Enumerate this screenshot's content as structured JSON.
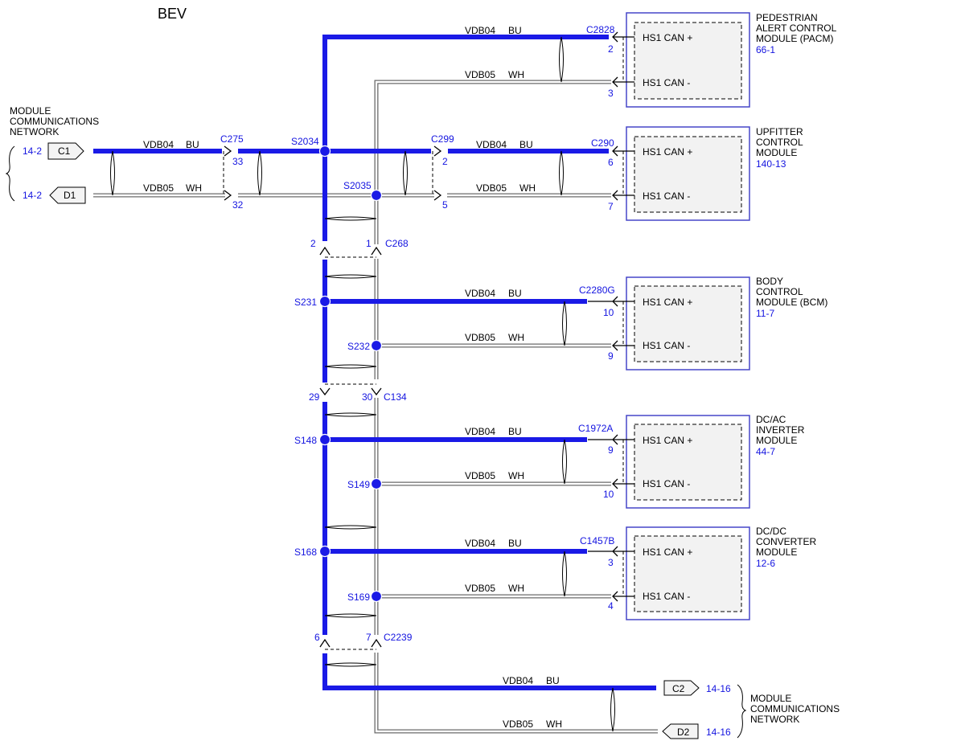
{
  "title": "BEV",
  "wires": {
    "bu": {
      "circuit": "VDB04",
      "color": "BU"
    },
    "wh": {
      "circuit": "VDB05",
      "color": "WH"
    }
  },
  "left_network": {
    "label_lines": [
      "MODULE",
      "COMMUNICATIONS",
      "NETWORK"
    ],
    "c1": {
      "tag": "C1",
      "ref": "14-2"
    },
    "d1": {
      "tag": "D1",
      "ref": "14-2"
    }
  },
  "bottom_network": {
    "label_lines": [
      "MODULE",
      "COMMUNICATIONS",
      "NETWORK"
    ],
    "c2": {
      "tag": "C2",
      "ref": "14-16"
    },
    "d2": {
      "tag": "D2",
      "ref": "14-16"
    }
  },
  "connectors": {
    "c275": {
      "name": "C275",
      "pin_bu": "33",
      "pin_wh": "32"
    },
    "c299": {
      "name": "C299",
      "pin_bu": "2",
      "pin_wh": "5"
    },
    "c268": {
      "name": "C268",
      "pin_bu": "2",
      "pin_wh": "1"
    },
    "c134": {
      "name": "C134",
      "pin_bu": "29",
      "pin_wh": "30"
    },
    "c2239": {
      "name": "C2239",
      "pin_bu": "6",
      "pin_wh": "7"
    }
  },
  "splices": {
    "s2034": "S2034",
    "s2035": "S2035",
    "s231": "S231",
    "s232": "S232",
    "s148": "S148",
    "s149": "S149",
    "s168": "S168",
    "s169": "S169"
  },
  "modules": {
    "pacm": {
      "lines": [
        "PEDESTRIAN",
        "ALERT CONTROL",
        "MODULE (PACM)"
      ],
      "ref": "66-1",
      "connector": "C2828",
      "pin_plus": "2",
      "pin_minus": "3"
    },
    "upfitter": {
      "lines": [
        "UPFITTER",
        "CONTROL",
        "MODULE"
      ],
      "ref": "140-13",
      "connector": "C290",
      "pin_plus": "6",
      "pin_minus": "7"
    },
    "bcm": {
      "lines": [
        "BODY",
        "CONTROL",
        "MODULE (BCM)"
      ],
      "ref": "11-7",
      "connector": "C2280G",
      "pin_plus": "10",
      "pin_minus": "9"
    },
    "dcac": {
      "lines": [
        "DC/AC",
        "INVERTER",
        "MODULE"
      ],
      "ref": "44-7",
      "connector": "C1972A",
      "pin_plus": "9",
      "pin_minus": "10"
    },
    "dcdc": {
      "lines": [
        "DC/DC",
        "CONVERTER",
        "MODULE"
      ],
      "ref": "12-6",
      "connector": "C1457B",
      "pin_plus": "3",
      "pin_minus": "4"
    }
  },
  "pins": {
    "plus": "HS1 CAN +",
    "minus": "HS1 CAN -"
  }
}
